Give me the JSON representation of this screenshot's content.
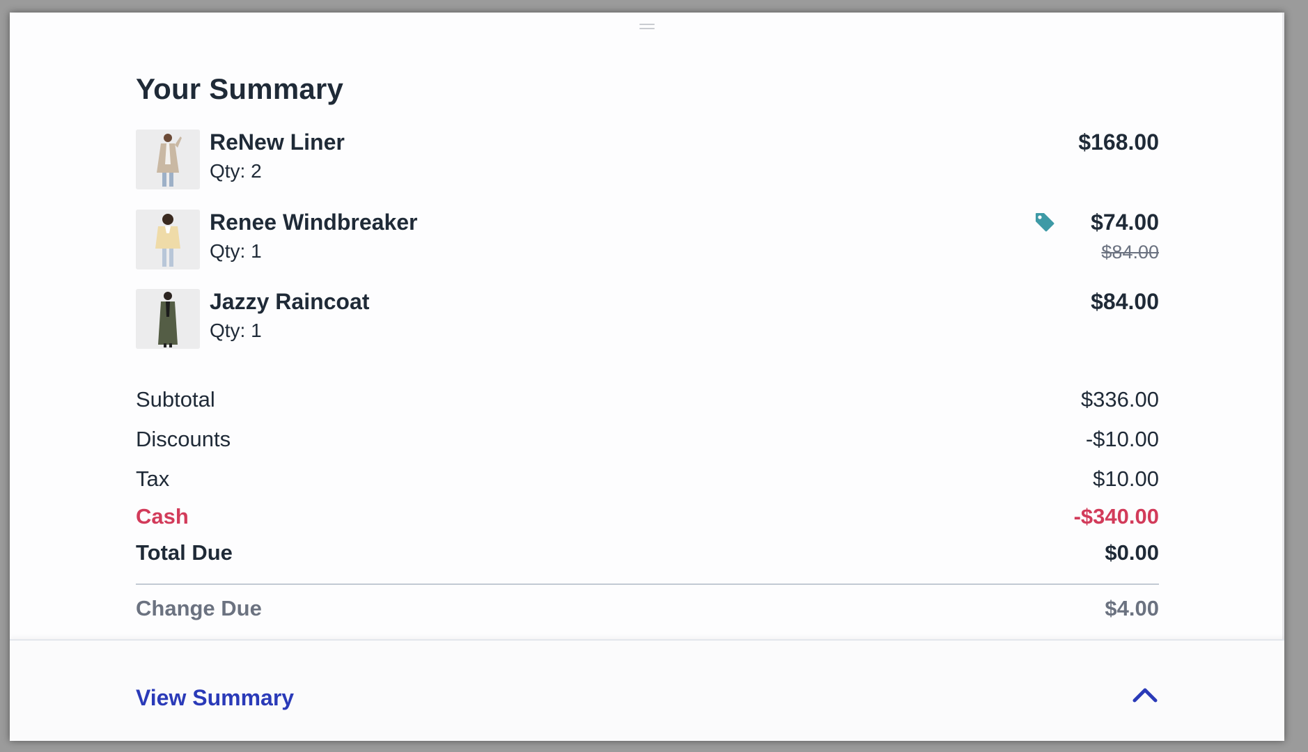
{
  "summary": {
    "title": "Your Summary",
    "items": [
      {
        "name": "ReNew Liner",
        "qty": "Qty: 2",
        "price": "$168.00",
        "original_price": ""
      },
      {
        "name": "Renee Windbreaker",
        "qty": "Qty: 1",
        "price": "$74.00",
        "original_price": "$84.00",
        "discount_icon": "tag-icon"
      },
      {
        "name": "Jazzy Raincoat",
        "qty": "Qty: 1",
        "price": "$84.00",
        "original_price": ""
      }
    ],
    "totals": {
      "subtotal_label": "Subtotal",
      "subtotal_value": "$336.00",
      "discounts_label": "Discounts",
      "discounts_value": "-$10.00",
      "tax_label": "Tax",
      "tax_value": "$10.00",
      "cash_label": "Cash",
      "cash_value": "-$340.00",
      "total_label": "Total Due",
      "total_value": "$0.00",
      "change_label": "Change Due",
      "change_value": "$4.00"
    }
  },
  "footer": {
    "view_summary_label": "View Summary",
    "toggle_icon": "chevron-up-icon"
  },
  "colors": {
    "text": "#1f2a37",
    "accent": "#2a3ab8",
    "cash": "#d23b5a",
    "muted": "#6b7280",
    "tag": "#3e9aa6"
  }
}
